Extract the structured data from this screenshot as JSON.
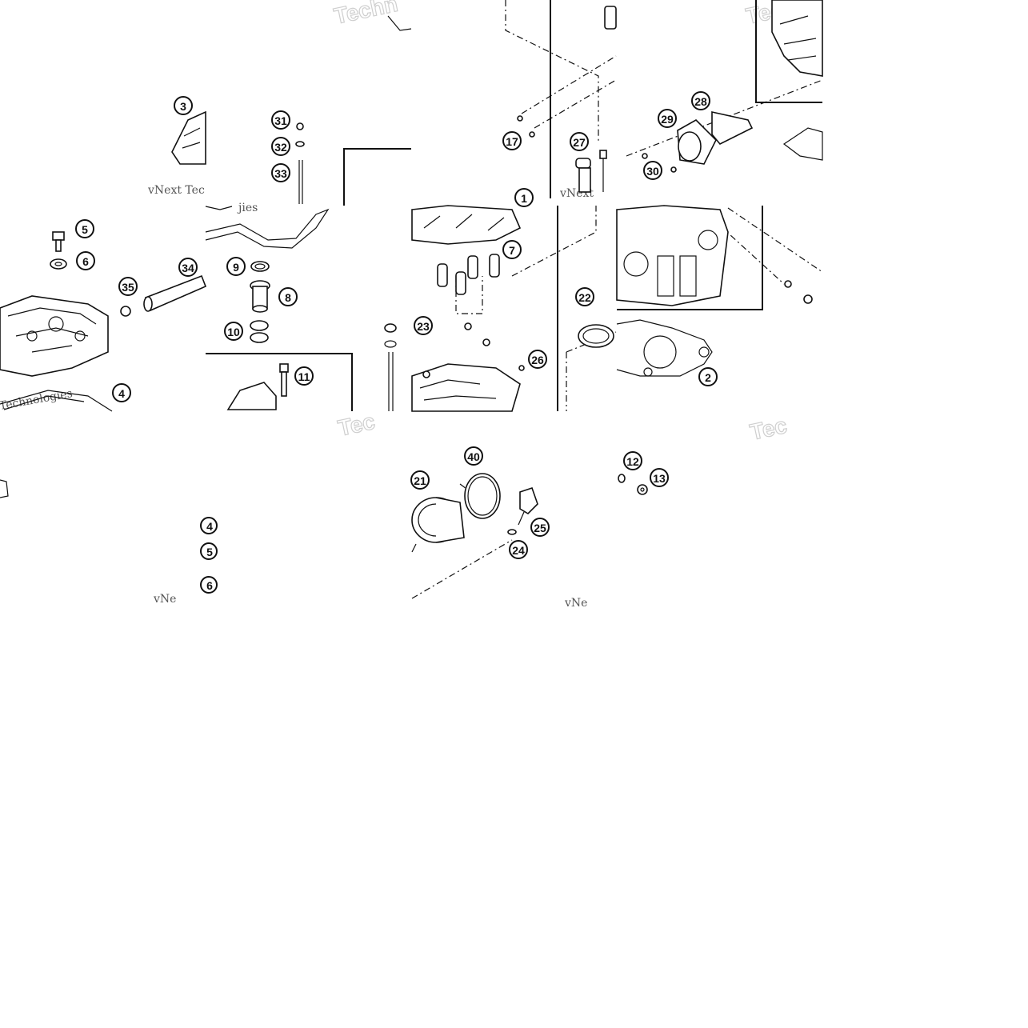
{
  "diagram": {
    "callouts": [
      "1",
      "2",
      "3",
      "4",
      "5",
      "6",
      "7",
      "8",
      "9",
      "10",
      "11",
      "12",
      "13",
      "17",
      "21",
      "22",
      "23",
      "24",
      "25",
      "26",
      "27",
      "28",
      "29",
      "30",
      "31",
      "32",
      "33",
      "34",
      "35",
      "40"
    ],
    "partial_callouts": [
      "4",
      "5",
      "6"
    ],
    "watermarks": {
      "brand": "vNext Technologies",
      "brand_short_1": "vNext Tec",
      "brand_short_2": "vNext",
      "brand_short_3": "vNe",
      "brand_short_4": "vNe",
      "tech_1": "Techn",
      "tech_2": "Tec",
      "tech_3": "Tec",
      "tech_4": "Techn",
      "techno": "Technologies",
      "jies": "jies"
    }
  }
}
